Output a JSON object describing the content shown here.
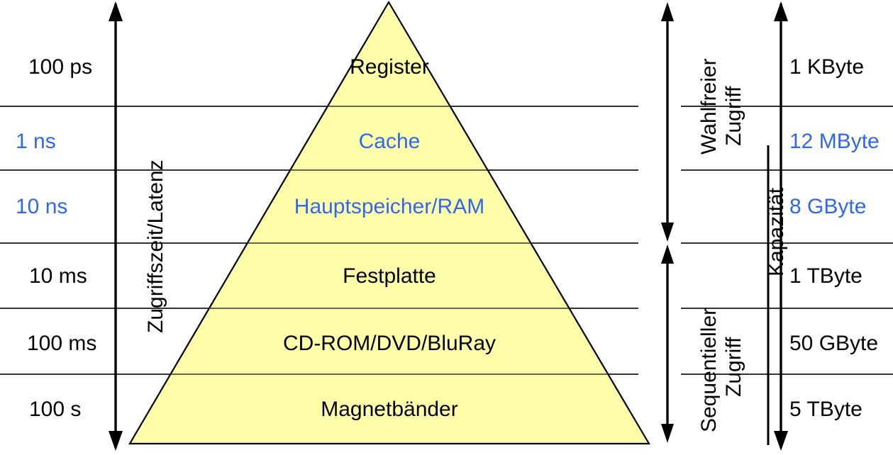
{
  "diagram": {
    "title": "Speicherhierarchie-Pyramide",
    "colors": {
      "pyramid_fill": "#ffffaa",
      "stroke": "#000000",
      "divider": "#333333",
      "highlight_text": "#2f67f2",
      "normal_text": "#000000",
      "background": "#ffffff"
    }
  },
  "left_axis": {
    "caption": "Zugriffszeit/Latenz",
    "arrow": "down-arrow-icon",
    "values": [
      {
        "label": "100 ps",
        "color": "normal"
      },
      {
        "label": "1 ns",
        "color": "highlight"
      },
      {
        "label": "10 ns",
        "color": "highlight"
      },
      {
        "label": "10 ms",
        "color": "normal"
      },
      {
        "label": "100 ms",
        "color": "normal"
      },
      {
        "label": "100 s",
        "color": "normal"
      }
    ]
  },
  "pyramid": {
    "tiers": [
      {
        "label": "Register",
        "color": "normal"
      },
      {
        "label": "Cache",
        "color": "highlight"
      },
      {
        "label": "Hauptspeicher/RAM",
        "color": "highlight"
      },
      {
        "label": "Festplatte",
        "color": "normal"
      },
      {
        "label": "CD-ROM/DVD/BluRay",
        "color": "normal"
      },
      {
        "label": "Magnetbänder",
        "color": "normal"
      }
    ]
  },
  "access_axis": {
    "groups": [
      {
        "line1": "Wahlfreier",
        "line2": "Zugriff",
        "arrow": "double-arrow-icon"
      },
      {
        "line1": "Sequentieller",
        "line2": "Zugriff",
        "arrow": "double-arrow-icon"
      }
    ]
  },
  "capacity_axis": {
    "caption": "Kapazität",
    "arrow": "down-arrow-icon",
    "values": [
      {
        "label": "1 KByte",
        "color": "normal"
      },
      {
        "label": "12 MByte",
        "color": "highlight"
      },
      {
        "label": "8 GByte",
        "color": "highlight"
      },
      {
        "label": "1 TByte",
        "color": "normal"
      },
      {
        "label": "50 GByte",
        "color": "normal"
      },
      {
        "label": "5 TByte",
        "color": "normal"
      }
    ]
  }
}
